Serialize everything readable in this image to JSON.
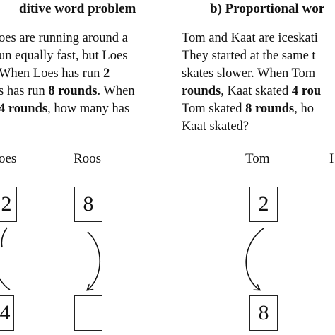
{
  "panel_a": {
    "title": "ditive word problem",
    "lines": [
      [
        {
          "t": "oes are running around a",
          "b": false
        }
      ],
      [
        {
          "t": "un equally fast, but Loes",
          "b": false
        }
      ],
      [
        {
          "t": "When Loes has run ",
          "b": false
        },
        {
          "t": "2",
          "b": true
        }
      ],
      [
        {
          "t": "s has run ",
          "b": false
        },
        {
          "t": "8 rounds",
          "b": true
        },
        {
          "t": ". When",
          "b": false
        }
      ],
      [
        {
          "t": "4 rounds",
          "b": true
        },
        {
          "t": ", how many has",
          "b": false
        }
      ]
    ],
    "name_left": "oes",
    "name_right": "Roos",
    "box_top_left": "2",
    "box_top_right": "8",
    "box_bottom_left": "4",
    "box_bottom_right": ""
  },
  "panel_b": {
    "title": "b) Proportional wor",
    "lines": [
      [
        {
          "t": "Tom and Kaat are iceskati",
          "b": false
        }
      ],
      [
        {
          "t": "They started at the same t",
          "b": false
        }
      ],
      [
        {
          "t": "skates slower. When Tom",
          "b": false
        }
      ],
      [
        {
          "t": "rounds",
          "b": true
        },
        {
          "t": ", Kaat skated ",
          "b": false
        },
        {
          "t": "4 rou",
          "b": true
        }
      ],
      [
        {
          "t": "Tom skated ",
          "b": false
        },
        {
          "t": "8 rounds",
          "b": true
        },
        {
          "t": ", ho",
          "b": false
        }
      ],
      [
        {
          "t": "Kaat skated?",
          "b": false
        }
      ]
    ],
    "name_left": "Tom",
    "name_right": "I",
    "box_top_left": "2",
    "box_bottom_left": "8"
  },
  "colors": {
    "ink": "#111111",
    "border": "#222222",
    "background": "#ffffff"
  },
  "icons": [
    "curved-arrow-icon"
  ]
}
